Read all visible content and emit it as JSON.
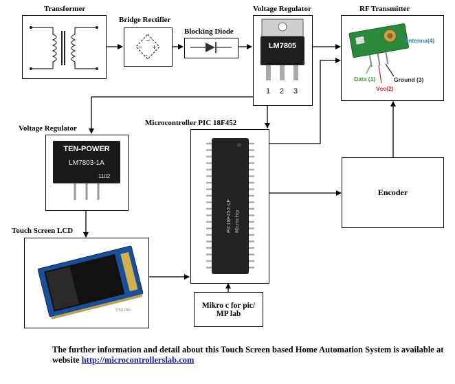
{
  "labels": {
    "transformer": "Transformer",
    "bridge_rectifier": "Bridge Rectifier",
    "blocking_diode": "Blocking Diode",
    "voltage_regulator_top": "Voltage Regulator",
    "rf_transmitter": "RF Transmitter",
    "voltage_regulator_left": "Voltage Regulator",
    "microcontroller": "Microcontroller PIC 18F452",
    "touch_screen": "Touch Screen LCD",
    "encoder": "Encoder",
    "mikroc_line1": "Mikro c for pic/",
    "mikroc_line2": "MP lab"
  },
  "lm7805": {
    "part": "LM7805",
    "pins": [
      "1",
      "2",
      "3"
    ]
  },
  "lm7803": {
    "brand": "TEN-POWER",
    "part": "LM7803-1A",
    "code": "1102"
  },
  "rf_module": {
    "antenna": "Antenna(4)",
    "data": "Data (1)",
    "vcc": "Vcc(2)",
    "ground": "Ground (3)"
  },
  "footer": {
    "text": "The further information and detail about this Touch Screen based Home Automation System is available at website ",
    "link": "http://microcontrollerslab.com"
  },
  "colors": {
    "antenna_label": "#2f7fc0",
    "data_label": "#3a9a2a",
    "vcc_label": "#d42020",
    "link": "#1a1aa6"
  }
}
